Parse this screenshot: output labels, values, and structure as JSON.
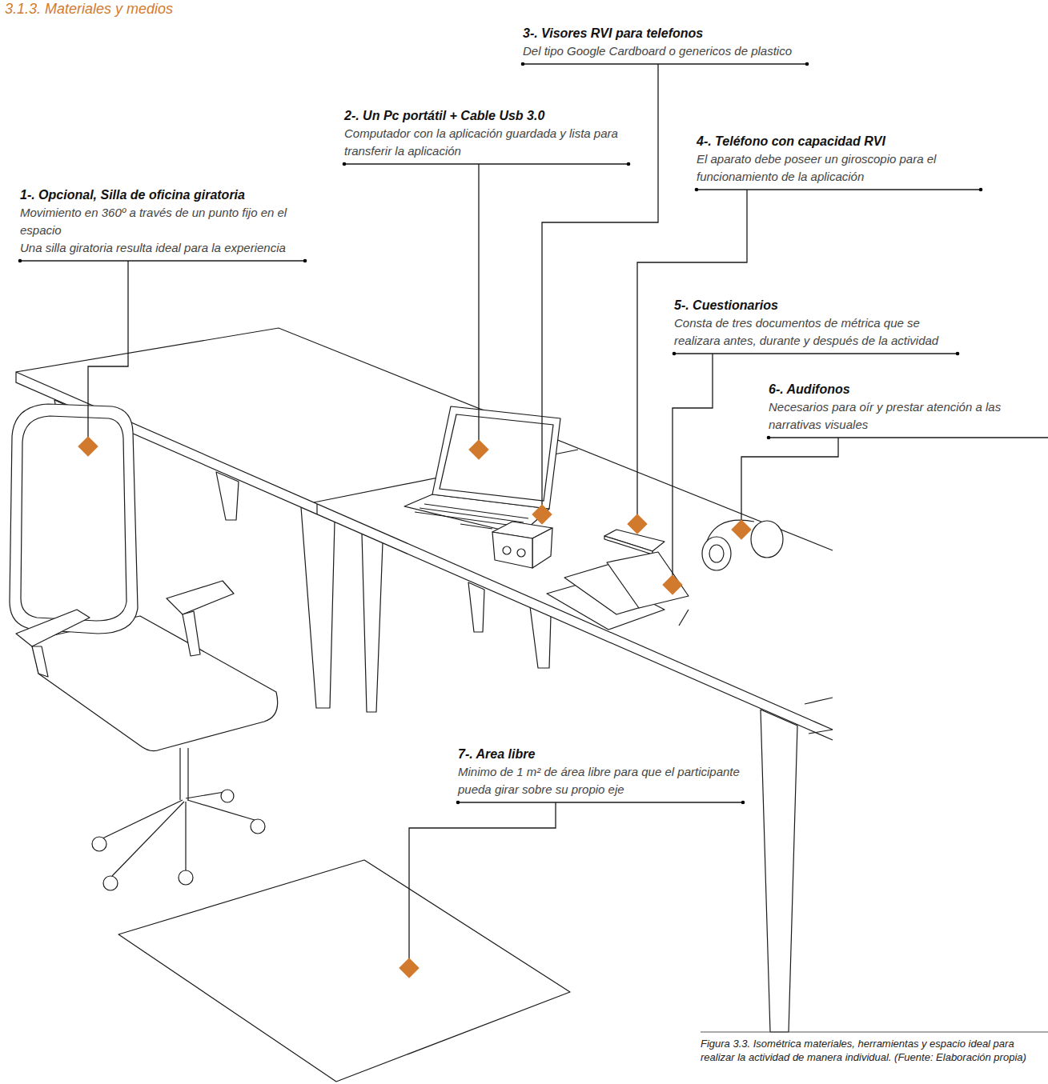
{
  "diagram": {
    "title": "3.1.3. Materiales y medios",
    "caption": "Figura 3.3. Isométrica materiales, herramientas y espacio ideal para realizar la actividad de manera individual. (Fuente: Elaboración propia)",
    "labels": [
      "1-. Opcional, Silla de oficina giratoria",
      "Movimiento en 360º a través de un punto fijo en el espacio",
      "Una silla giratoria resulta ideal para la experiencia",
      "2-. Un Pc portátil + Cable Usb 3.0",
      "Computador con la aplicación guardada y lista para transferir la aplicación",
      "3-. Visores RVI para telefonos",
      "Del tipo Google Cardboard o genericos de plastico",
      "4-. Teléfono con capacidad RVI",
      "El aparato debe poseer un giroscopio para el funcionamiento de la aplicación",
      "5-. Cuestionarios",
      "Consta de tres documentos de métrica que se realizara antes, durante y después de la actividad",
      "6-. Audifonos",
      "Necesarios para oír y prestar atención a las narrativas visuales",
      "7-. Area libre",
      "Minimo de 1 m² de área libre para que el participante pueda girar sobre su propio eje"
    ]
  }
}
